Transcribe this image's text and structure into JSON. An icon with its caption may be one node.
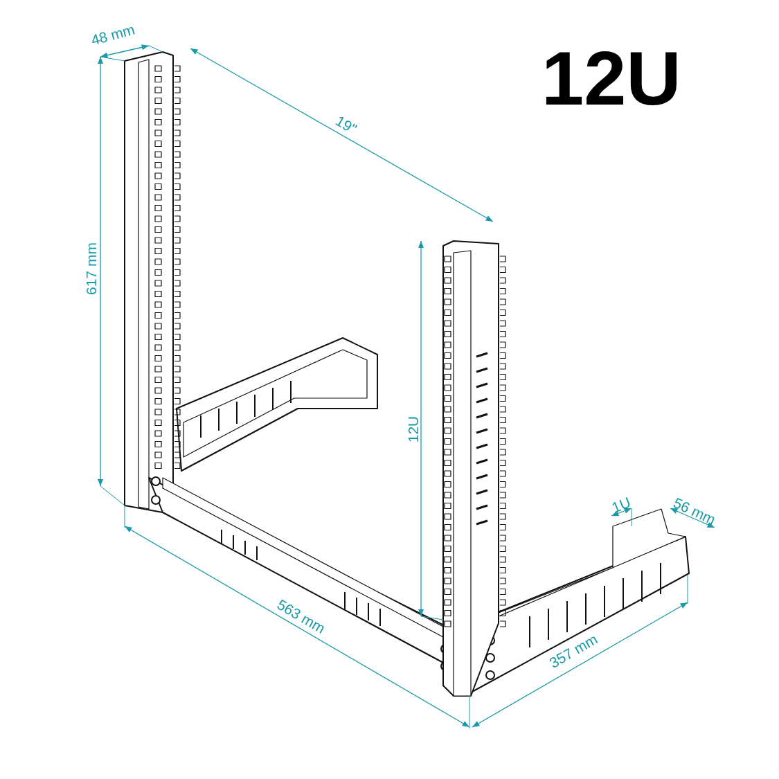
{
  "diagram": {
    "title": "12U",
    "labels": [
      "48 mm",
      "19\"",
      "617 mm",
      "12U",
      "1U",
      "56 mm",
      "563 mm",
      "357 mm"
    ]
  }
}
